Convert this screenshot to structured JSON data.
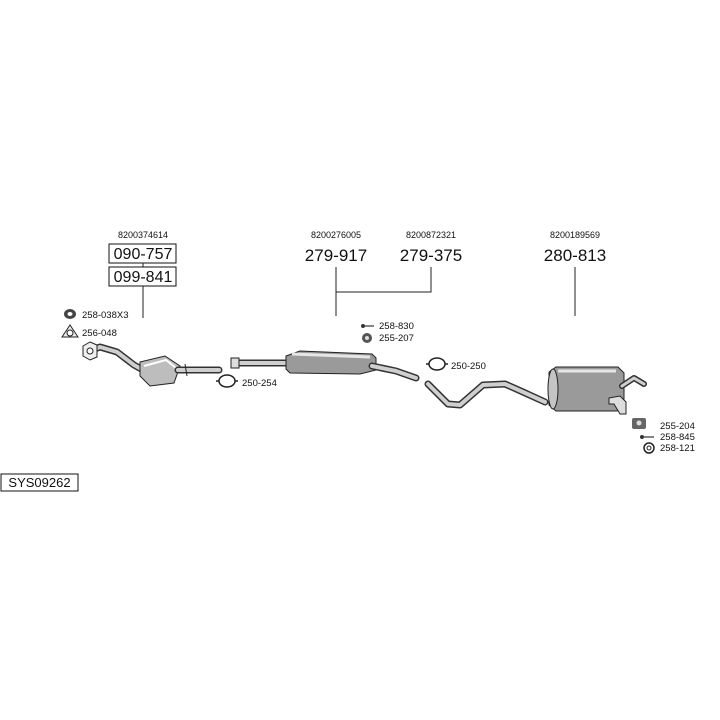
{
  "system_code": "SYS09262",
  "groups": [
    {
      "oe": "8200374614",
      "parts": [
        "090-757",
        "099-841"
      ]
    },
    {
      "oe": "8200276005",
      "parts": [
        "279-917"
      ]
    },
    {
      "oe": "8200872321",
      "parts": [
        "279-375"
      ]
    },
    {
      "oe": "8200189569",
      "parts": [
        "280-813"
      ]
    }
  ],
  "small_parts": {
    "gasket_set": "258-038X3",
    "front_ring": "256-048",
    "clamp_front": "250-254",
    "bolt_mid": "258-830",
    "rubber_mid": "255-207",
    "clamp_rear": "250-250",
    "rubber_rear": "255-204",
    "bolt_rear": "258-845",
    "ring_rear": "258-121"
  }
}
